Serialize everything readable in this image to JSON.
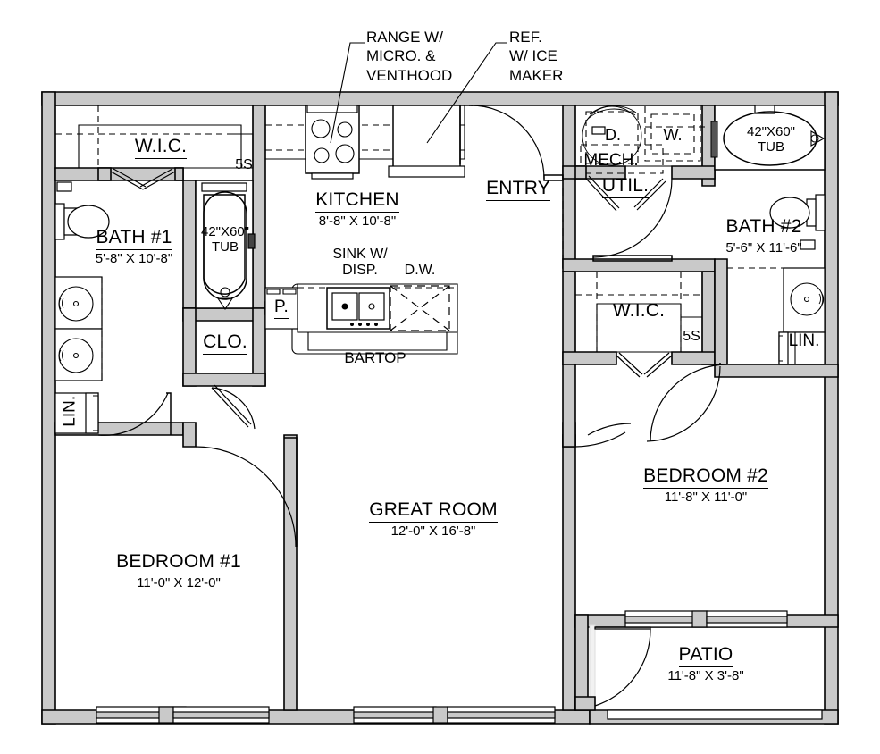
{
  "plan": {
    "title": "Two Bedroom Two Bath Apartment Floor Plan",
    "colors": {
      "wall_fill": "#c9c9c9",
      "wall_stroke": "#000000",
      "line": "#000000",
      "background": "#ffffff"
    }
  },
  "callouts": [
    {
      "id": "range",
      "lines": [
        "RANGE W/",
        "MICRO. &",
        "VENTHOOD"
      ]
    },
    {
      "id": "ref",
      "lines": [
        "REF.",
        "W/ ICE",
        "MAKER"
      ]
    }
  ],
  "rooms": [
    {
      "id": "wic-1",
      "name": "W.I.C.",
      "dim": ""
    },
    {
      "id": "bath-1",
      "name": "BATH #1",
      "dim": "5'-8\" X 10'-8\""
    },
    {
      "id": "kitchen",
      "name": "KITCHEN",
      "dim": "8'-8\" X 10'-8\""
    },
    {
      "id": "entry",
      "name": "ENTRY",
      "dim": ""
    },
    {
      "id": "util",
      "name": "UTIL.",
      "dim": ""
    },
    {
      "id": "bath-2",
      "name": "BATH #2",
      "dim": "5'-6\" X 11'-6\""
    },
    {
      "id": "wic-2",
      "name": "W.I.C.",
      "dim": ""
    },
    {
      "id": "great-room",
      "name": "GREAT ROOM",
      "dim": "12'-0\" X 16'-8\""
    },
    {
      "id": "bedroom-1",
      "name": "BEDROOM #1",
      "dim": "11'-0\" X 12'-0\""
    },
    {
      "id": "bedroom-2",
      "name": "BEDROOM #2",
      "dim": "11'-8\" X 11'-0\""
    },
    {
      "id": "patio",
      "name": "PATIO",
      "dim": "11'-8\" X 3'-8\""
    }
  ],
  "fixtures": {
    "tub_left_line1": "42\"X60\"",
    "tub_left_line2": "TUB",
    "tub_right_line1": "42\"X60\"",
    "tub_right_line2": "TUB",
    "sink_label_line1": "SINK W/",
    "sink_label_line2": "DISP.",
    "dishwasher": "D.W.",
    "bartop": "BARTOP",
    "pantry": "P.",
    "closet": "CLO.",
    "mech": "MECH.",
    "dryer": "D.",
    "washer": "W.",
    "linen_left": "LIN.",
    "linen_right": "LIN.",
    "shelf_left": "5S",
    "shelf_right": "5S"
  }
}
